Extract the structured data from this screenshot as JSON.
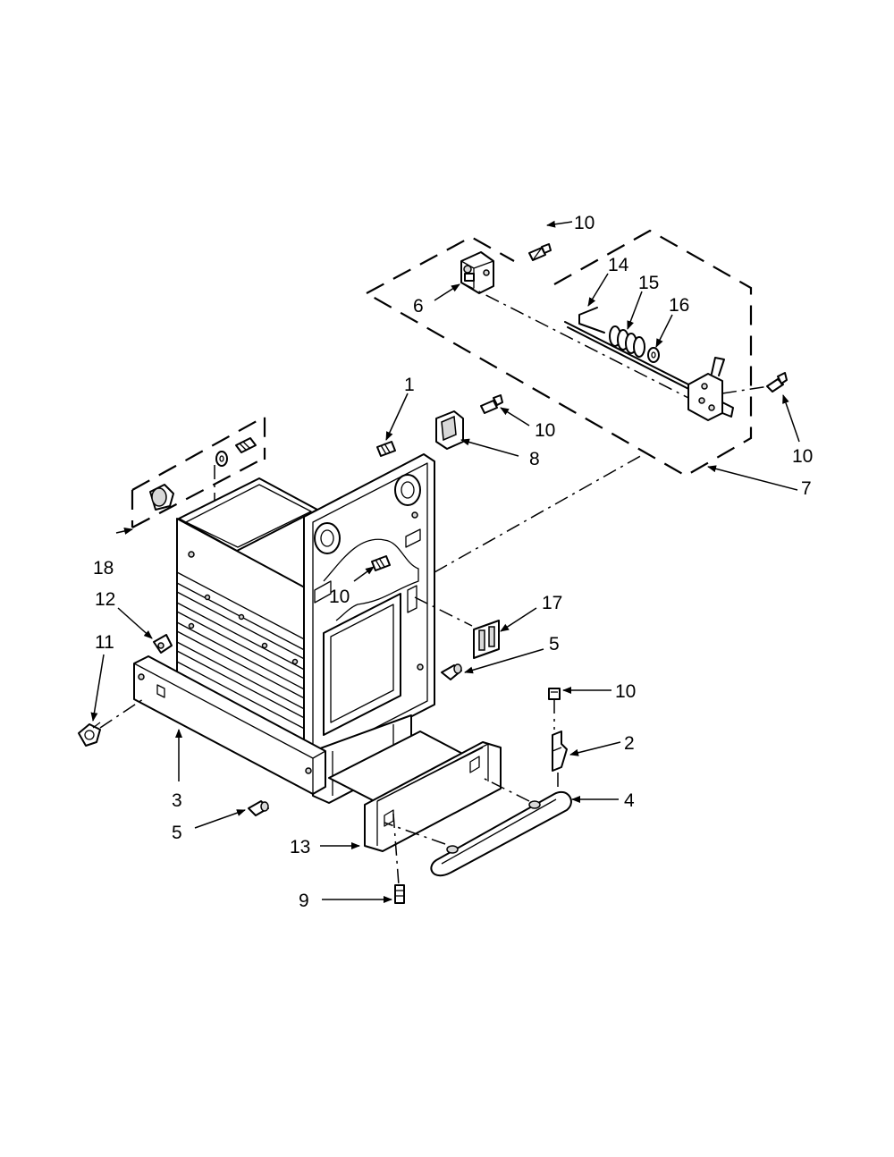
{
  "callouts": [
    {
      "id": "c1",
      "label": "1"
    },
    {
      "id": "c2",
      "label": "2"
    },
    {
      "id": "c3",
      "label": "3"
    },
    {
      "id": "c4",
      "label": "4"
    },
    {
      "id": "c5a",
      "label": "5"
    },
    {
      "id": "c5b",
      "label": "5"
    },
    {
      "id": "c6",
      "label": "6"
    },
    {
      "id": "c7",
      "label": "7"
    },
    {
      "id": "c8",
      "label": "8"
    },
    {
      "id": "c9",
      "label": "9"
    },
    {
      "id": "c10a",
      "label": "10"
    },
    {
      "id": "c10b",
      "label": "10"
    },
    {
      "id": "c10c",
      "label": "10"
    },
    {
      "id": "c10d",
      "label": "10"
    },
    {
      "id": "c10e",
      "label": "10"
    },
    {
      "id": "c11",
      "label": "11"
    },
    {
      "id": "c12",
      "label": "12"
    },
    {
      "id": "c13",
      "label": "13"
    },
    {
      "id": "c14",
      "label": "14"
    },
    {
      "id": "c15",
      "label": "15"
    },
    {
      "id": "c16",
      "label": "16"
    },
    {
      "id": "c17",
      "label": "17"
    },
    {
      "id": "c18",
      "label": "18"
    }
  ]
}
